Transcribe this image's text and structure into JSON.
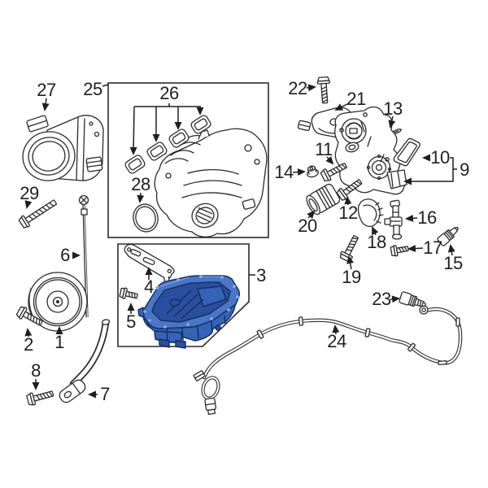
{
  "diagram": {
    "background_color": "#ffffff",
    "line_color": "#2b2b2b",
    "label_color": "#1f1f1f",
    "highlight_fill": "#3a66bd",
    "highlight_outline": "#16305f",
    "highlighted_part": "3",
    "callouts": {
      "c1": "1",
      "c2": "2",
      "c3": "3",
      "c4": "4",
      "c5": "5",
      "c6": "6",
      "c7": "7",
      "c8": "8",
      "c9": "9",
      "c10": "10",
      "c11": "11",
      "c12": "12",
      "c13": "13",
      "c14": "14",
      "c15": "15",
      "c16": "16",
      "c17": "17",
      "c18": "18",
      "c19": "19",
      "c20": "20",
      "c21": "21",
      "c22": "22",
      "c23": "23",
      "c24": "24",
      "c25": "25",
      "c26": "26",
      "c27": "27",
      "c28": "28",
      "c29": "29"
    }
  }
}
